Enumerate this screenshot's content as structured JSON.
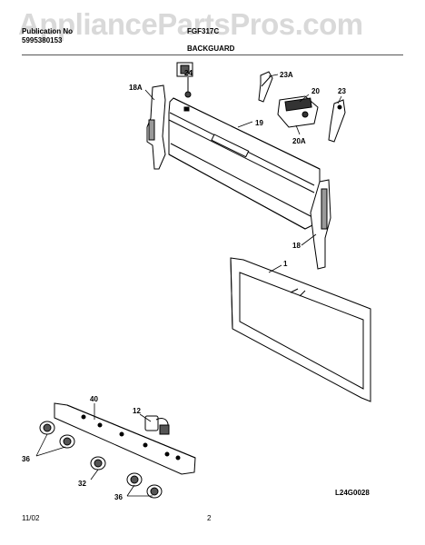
{
  "watermark": "AppliancePartsPros.com",
  "header": {
    "line1_left": "Publication No",
    "line1_right": "FGF317C",
    "line2": "5995380153",
    "title": "BACKGUARD"
  },
  "callouts": {
    "c24": "24",
    "c18a": "18A",
    "c23a": "23A",
    "c20": "20",
    "c23": "23",
    "c19": "19",
    "c20a": "20A",
    "c18": "18",
    "c1": "1",
    "c40": "40",
    "c12": "12",
    "c36a": "36",
    "c32": "32",
    "c36b": "36"
  },
  "diagram_code": "L24G0028",
  "footer": {
    "date": "11/02",
    "page": "2"
  }
}
